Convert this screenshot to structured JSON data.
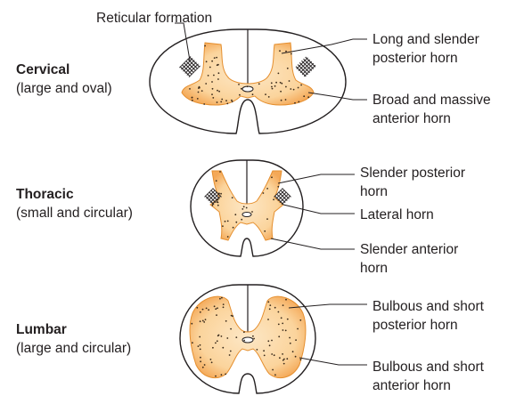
{
  "top_label": "Reticular formation",
  "sections": [
    {
      "key": "cervical",
      "name": "Cervical",
      "description": "(large and oval)",
      "callouts": [
        {
          "line1": "Long and slender",
          "line2": "posterior horn"
        },
        {
          "line1": "Broad and massive",
          "line2": "anterior horn"
        }
      ]
    },
    {
      "key": "thoracic",
      "name": "Thoracic",
      "description": "(small and circular)",
      "callouts": [
        {
          "line1": "Slender posterior",
          "line2": "horn"
        },
        {
          "line1": "Lateral horn",
          "line2": ""
        },
        {
          "line1": "Slender anterior",
          "line2": "horn"
        }
      ]
    },
    {
      "key": "lumbar",
      "name": "Lumbar",
      "description": "(large and circular)",
      "callouts": [
        {
          "line1": "Bulbous and short",
          "line2": "posterior horn"
        },
        {
          "line1": "Bulbous and short",
          "line2": "anterior horn"
        }
      ]
    }
  ],
  "colors": {
    "gray_matter_fill": "#fbd9a8",
    "gray_matter_edge": "#f2a24e",
    "outline": "#231f20",
    "stipple": "#3a2a1a"
  }
}
